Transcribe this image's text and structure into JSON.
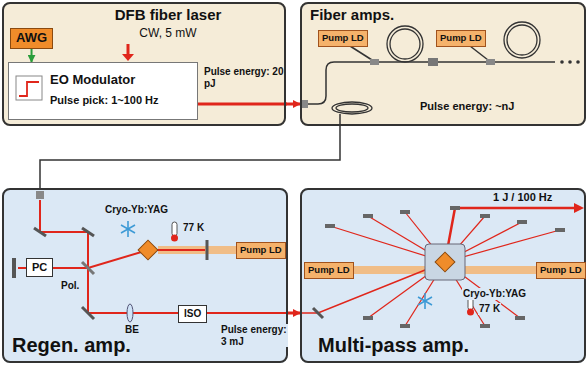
{
  "diagram": {
    "nodes": [
      {
        "text": [
          "DFB fiber laser",
          "CW, 5 mW"
        ]
      },
      {
        "text": [
          "AWG"
        ],
        "in": 0
      },
      {
        "text": [
          "EO Modulator",
          "Pulse pick: 1~100 Hz"
        ],
        "in": 0
      },
      {
        "text": [
          "Fiber amps."
        ]
      },
      {
        "text": [
          "Pump LD"
        ],
        "in": 3
      },
      {
        "text": [
          "Pump LD"
        ],
        "in": 3
      },
      {
        "text": [
          "Regen. amp."
        ]
      },
      {
        "text": [
          "PC"
        ],
        "in": 6
      },
      {
        "text": [
          "Pump LD"
        ],
        "in": 6
      },
      {
        "text": [
          "ISO"
        ],
        "in": 6
      },
      {
        "text": [
          "Multi-pass amp."
        ]
      },
      {
        "text": [
          "Pump LD"
        ],
        "in": 10
      },
      {
        "text": [
          "Pump LD"
        ],
        "in": 10
      }
    ],
    "edges": [
      {
        "from": 1,
        "to": 2,
        "arrow": "to"
      },
      {
        "from": 0,
        "to": 3,
        "arrow": "to"
      },
      {
        "from": 3,
        "to": 6,
        "arrow": "none"
      },
      {
        "from": 6,
        "to": 10,
        "arrow": "to"
      }
    ],
    "labels": [
      "Pulse energy: 20 pJ",
      "Pulse energy: ~nJ",
      "Cryo-Yb:YAG",
      "77 K",
      "Pol.",
      "BE",
      "Pulse energy: 3 mJ",
      "1 J / 100 Hz",
      "Cryo-Yb:YAG",
      "77 K"
    ]
  }
}
